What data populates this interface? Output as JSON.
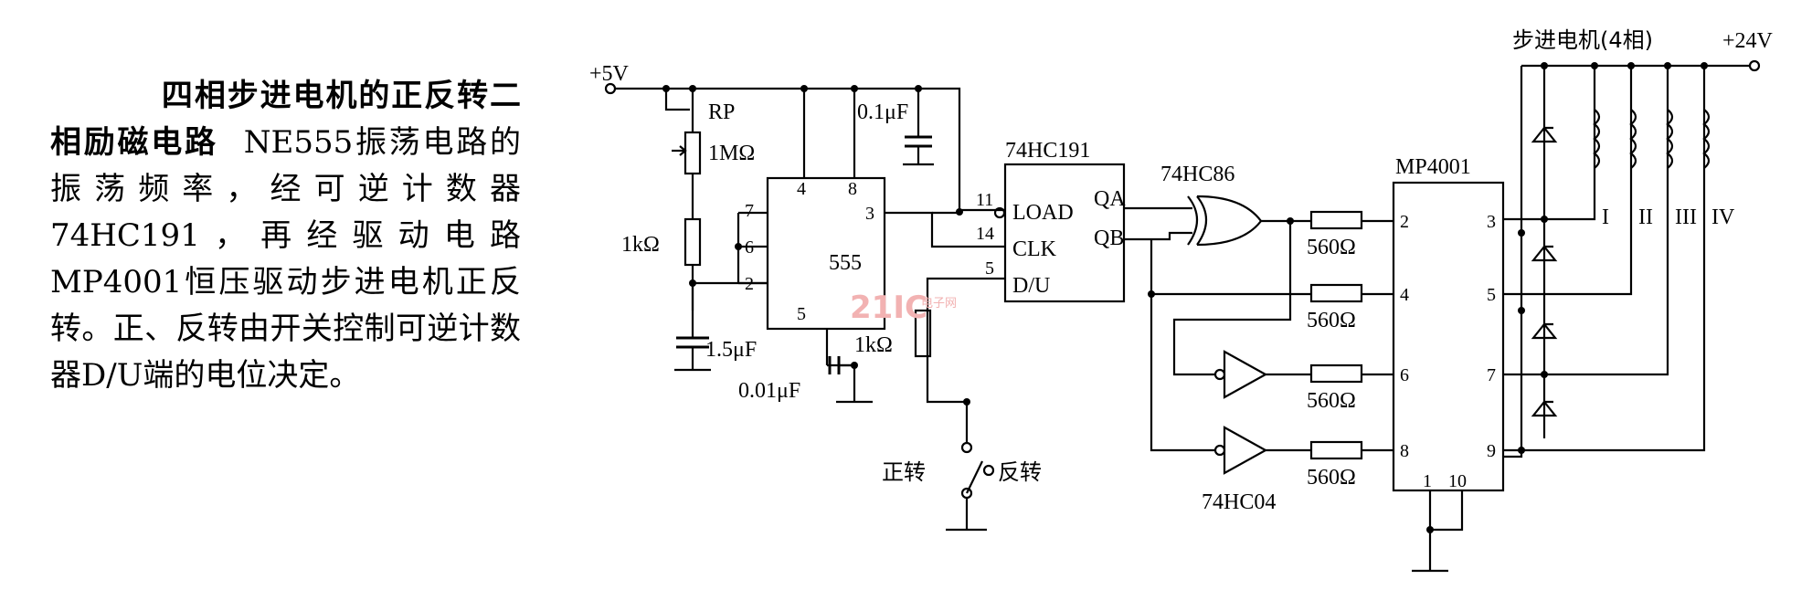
{
  "description": {
    "title": "四相步进电机的正反转二相励磁电路",
    "body": "NE555振荡电路的振荡频率，经可逆计数器74HC191，再经驱动电路MP4001恒压驱动步进电机正反转。正、反转由开关控制可逆计数器D/U端的电位决定。"
  },
  "labels": {
    "vcc_5v": "+5V",
    "rp": "RP",
    "rp_value": "1MΩ",
    "r1": "1kΩ",
    "c1": "1.5μF",
    "c2": "0.01μF",
    "c3": "0.1μF",
    "r2": "1kΩ",
    "timer": "555",
    "counter": "74HC191",
    "load": "LOAD",
    "clk": "CLK",
    "du": "D/U",
    "qa": "QA",
    "qb": "QB",
    "xor": "74HC86",
    "inv": "74HC04",
    "driver": "MP4001",
    "r560": "560Ω",
    "motor": "步进电机(4相)",
    "vcc_24v": "+24V",
    "fwd": "正转",
    "rev": "反转",
    "phase1": "I",
    "phase2": "II",
    "phase3": "III",
    "phase4": "IV"
  },
  "pins": {
    "t4": "4",
    "t8": "8",
    "t3": "3",
    "t7": "7",
    "t6": "6",
    "t2": "2",
    "t5": "5",
    "c11": "11",
    "c14": "14",
    "c5": "5",
    "m2": "2",
    "m4": "4",
    "m6": "6",
    "m8": "8",
    "m3": "3",
    "m5": "5",
    "m7": "7",
    "m9": "9",
    "m1": "1",
    "m10": "10"
  },
  "watermark": {
    "main": "21IC",
    "sub": "电子网"
  }
}
